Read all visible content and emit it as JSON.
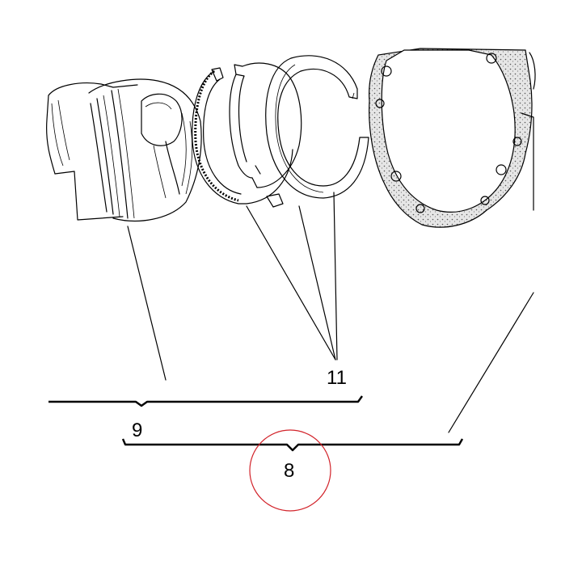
{
  "callouts": {
    "ring_set": "11",
    "piston": "9",
    "assembly": "8"
  },
  "colors": {
    "line": "#000000",
    "highlight_circle": "#d2232a",
    "gasket_fill": "#d9d9d9"
  }
}
